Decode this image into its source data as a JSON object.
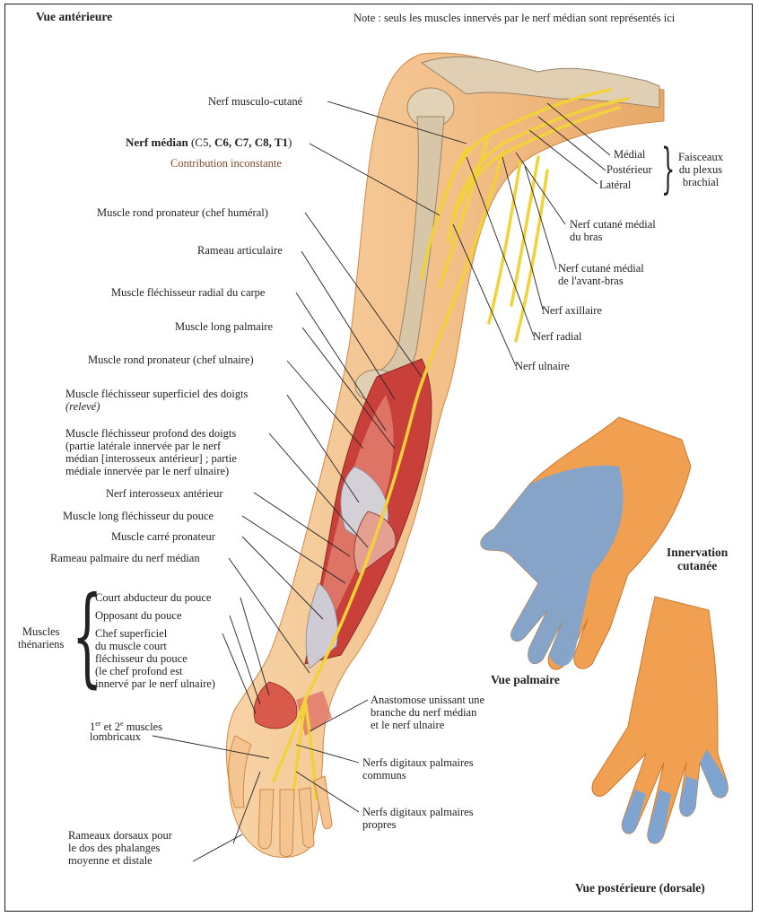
{
  "header": {
    "title": "Vue antérieure",
    "note": "Note : seuls les muscles innervés par le nerf médian sont représentés ici"
  },
  "labels": {
    "musculocutane": "Nerf musculo-cutané",
    "median_name": "Nerf médian",
    "median_roots_open": " (C5, ",
    "median_roots_bold": "C6, C7, C8, T1",
    "median_roots_close": ")",
    "contribution": "Contribution inconstante",
    "rond_pronateur_hum": "Muscle rond pronateur (chef huméral)",
    "rameau_articulaire": "Rameau articulaire",
    "flechisseur_radial": "Muscle fléchisseur radial du carpe",
    "long_palmaire": "Muscle long palmaire",
    "rond_pronateur_uln": "Muscle rond pronateur (chef ulnaire)",
    "flechisseur_superficiel": "Muscle fléchisseur superficiel des doigts",
    "releve": "(relevé)",
    "flechisseur_profond": "Muscle fléchisseur profond des doigts\n(partie latérale innervée par le nerf\nmédian [interosseux antérieur] ; partie\nmédiale innervée par le nerf ulnaire)",
    "interosseux_anterieur": "Nerf interosseux antérieur",
    "long_flechisseur_pouce": "Muscle long fléchisseur du pouce",
    "carre_pronateur": "Muscle carré pronateur",
    "rameau_palmaire": "Rameau palmaire du nerf médian",
    "muscles_thenariens": "Muscles\nthénariens",
    "court_abducteur": "Court abducteur du pouce",
    "opposant": "Opposant du pouce",
    "chef_superficiel": "Chef superficiel\ndu muscle court\nfléchisseur du pouce\n(le chef profond est\ninnervé par le nerf ulnaire)",
    "lombricaux_1": "1",
    "lombricaux_sup1": "er",
    "lombricaux_2": " et 2",
    "lombricaux_sup2": "e",
    "lombricaux_3": " muscles",
    "lombricaux_line2": "lombricaux",
    "rameaux_dorsaux": "Rameaux dorsaux pour\nle dos des phalanges\nmoyenne et distale",
    "medial": "Médial",
    "posterieur": "Postérieur",
    "lateral": "Latéral",
    "faisceaux": "Faisceaux\ndu plexus\nbrachial",
    "cutane_bras": "Nerf cutané médial\ndu bras",
    "cutane_avant_bras": "Nerf cutané médial\nde l'avant-bras",
    "axillaire": "Nerf axillaire",
    "radial": "Nerf radial",
    "ulnaire": "Nerf ulnaire",
    "anastomose": "Anastomose unissant une\nbranche du nerf médian\net le nerf ulnaire",
    "digitaux_communs": "Nerfs digitaux palmaires\ncommuns",
    "digitaux_propres": "Nerfs digitaux palmaires\npropres"
  },
  "insets": {
    "innervation": "Innervation\ncutanée",
    "vue_palmaire": "Vue palmaire",
    "vue_posterieure": "Vue postérieure (dorsale)"
  },
  "colors": {
    "skin": "#f3c594",
    "skin_light": "#f8dcb8",
    "bone": "#dccbb0",
    "nerve": "#f2d23a",
    "muscle": "#c9403a",
    "muscle_light": "#e07a6a",
    "median_zone": "#7fa4cf",
    "hand_orange": "#f0a050"
  }
}
